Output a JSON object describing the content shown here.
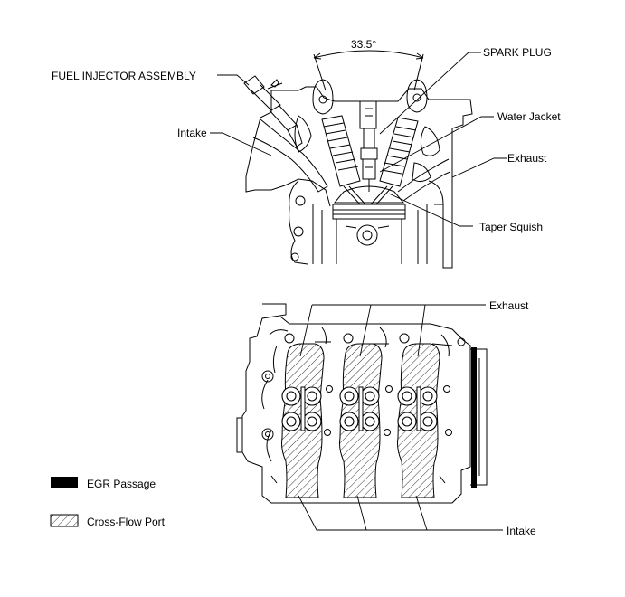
{
  "top_view": {
    "angle_label": "33.5°",
    "labels": {
      "fuel_injector": "FUEL INJECTOR ASSEMBLY",
      "spark_plug": "SPARK PLUG",
      "intake": "Intake",
      "water_jacket": "Water Jacket",
      "exhaust": "Exhaust",
      "taper_squish": "Taper Squish"
    }
  },
  "bottom_view": {
    "labels": {
      "exhaust": "Exhaust",
      "intake": "Intake"
    }
  },
  "legend": {
    "egr": "EGR Passage",
    "cross_flow": "Cross-Flow Port"
  },
  "colors": {
    "line": "#000000",
    "background": "#ffffff",
    "hatch": "#000000"
  }
}
